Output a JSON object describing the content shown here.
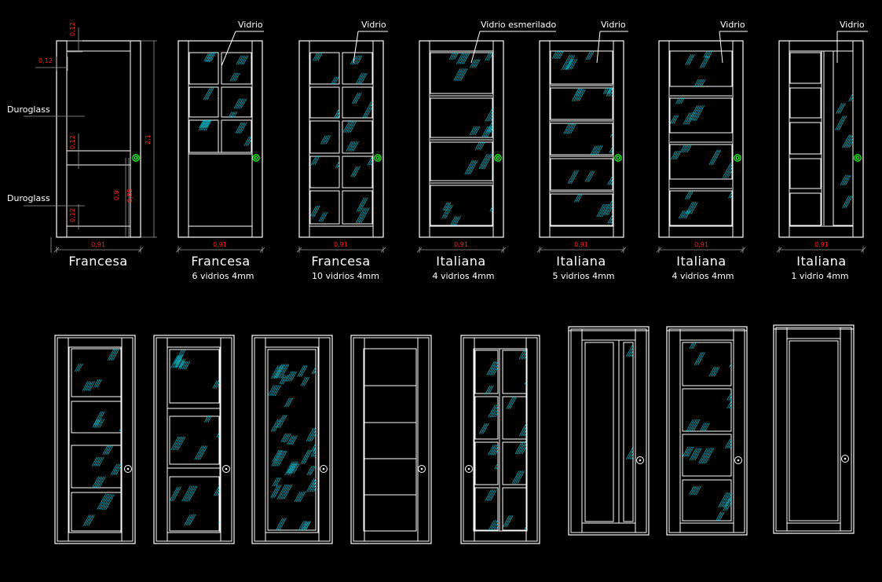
{
  "drawing": {
    "top_row": [
      {
        "name": "Francesa",
        "detail": "",
        "callout": "",
        "dimension": "0,91"
      },
      {
        "name": "Francesa",
        "detail": "6 vidrios 4mm",
        "callout": "Vidrio",
        "dimension": "0,91"
      },
      {
        "name": "Francesa",
        "detail": "10 vidrios 4mm",
        "callout": "Vidrio",
        "dimension": "0,91"
      },
      {
        "name": "Italiana",
        "detail": "4 vidrios 4mm",
        "callout": "Vidrio esmerilado",
        "dimension": "0,91"
      },
      {
        "name": "Italiana",
        "detail": "5 vidrios 4mm",
        "callout": "Vidrio",
        "dimension": "0,91"
      },
      {
        "name": "Italiana",
        "detail": "4 vidrios 4mm",
        "callout": "Vidrio",
        "dimension": "0,91"
      },
      {
        "name": "Italiana",
        "detail": "1 vidrio 4mm",
        "callout": "Vidrio",
        "dimension": "0,91"
      }
    ],
    "first_door": {
      "panel_labels": [
        "Duroglass",
        "Duroglass"
      ],
      "dims": [
        "0,12",
        "0,12",
        "0,12",
        "0,12",
        "2,1",
        "0,9",
        "0,85"
      ]
    },
    "colors": {
      "background": "#000000",
      "lines": "#ffffff",
      "glass_hatch": "#00c8d8",
      "dimension_text": "#ff2020",
      "handle": "#19ff19"
    }
  }
}
